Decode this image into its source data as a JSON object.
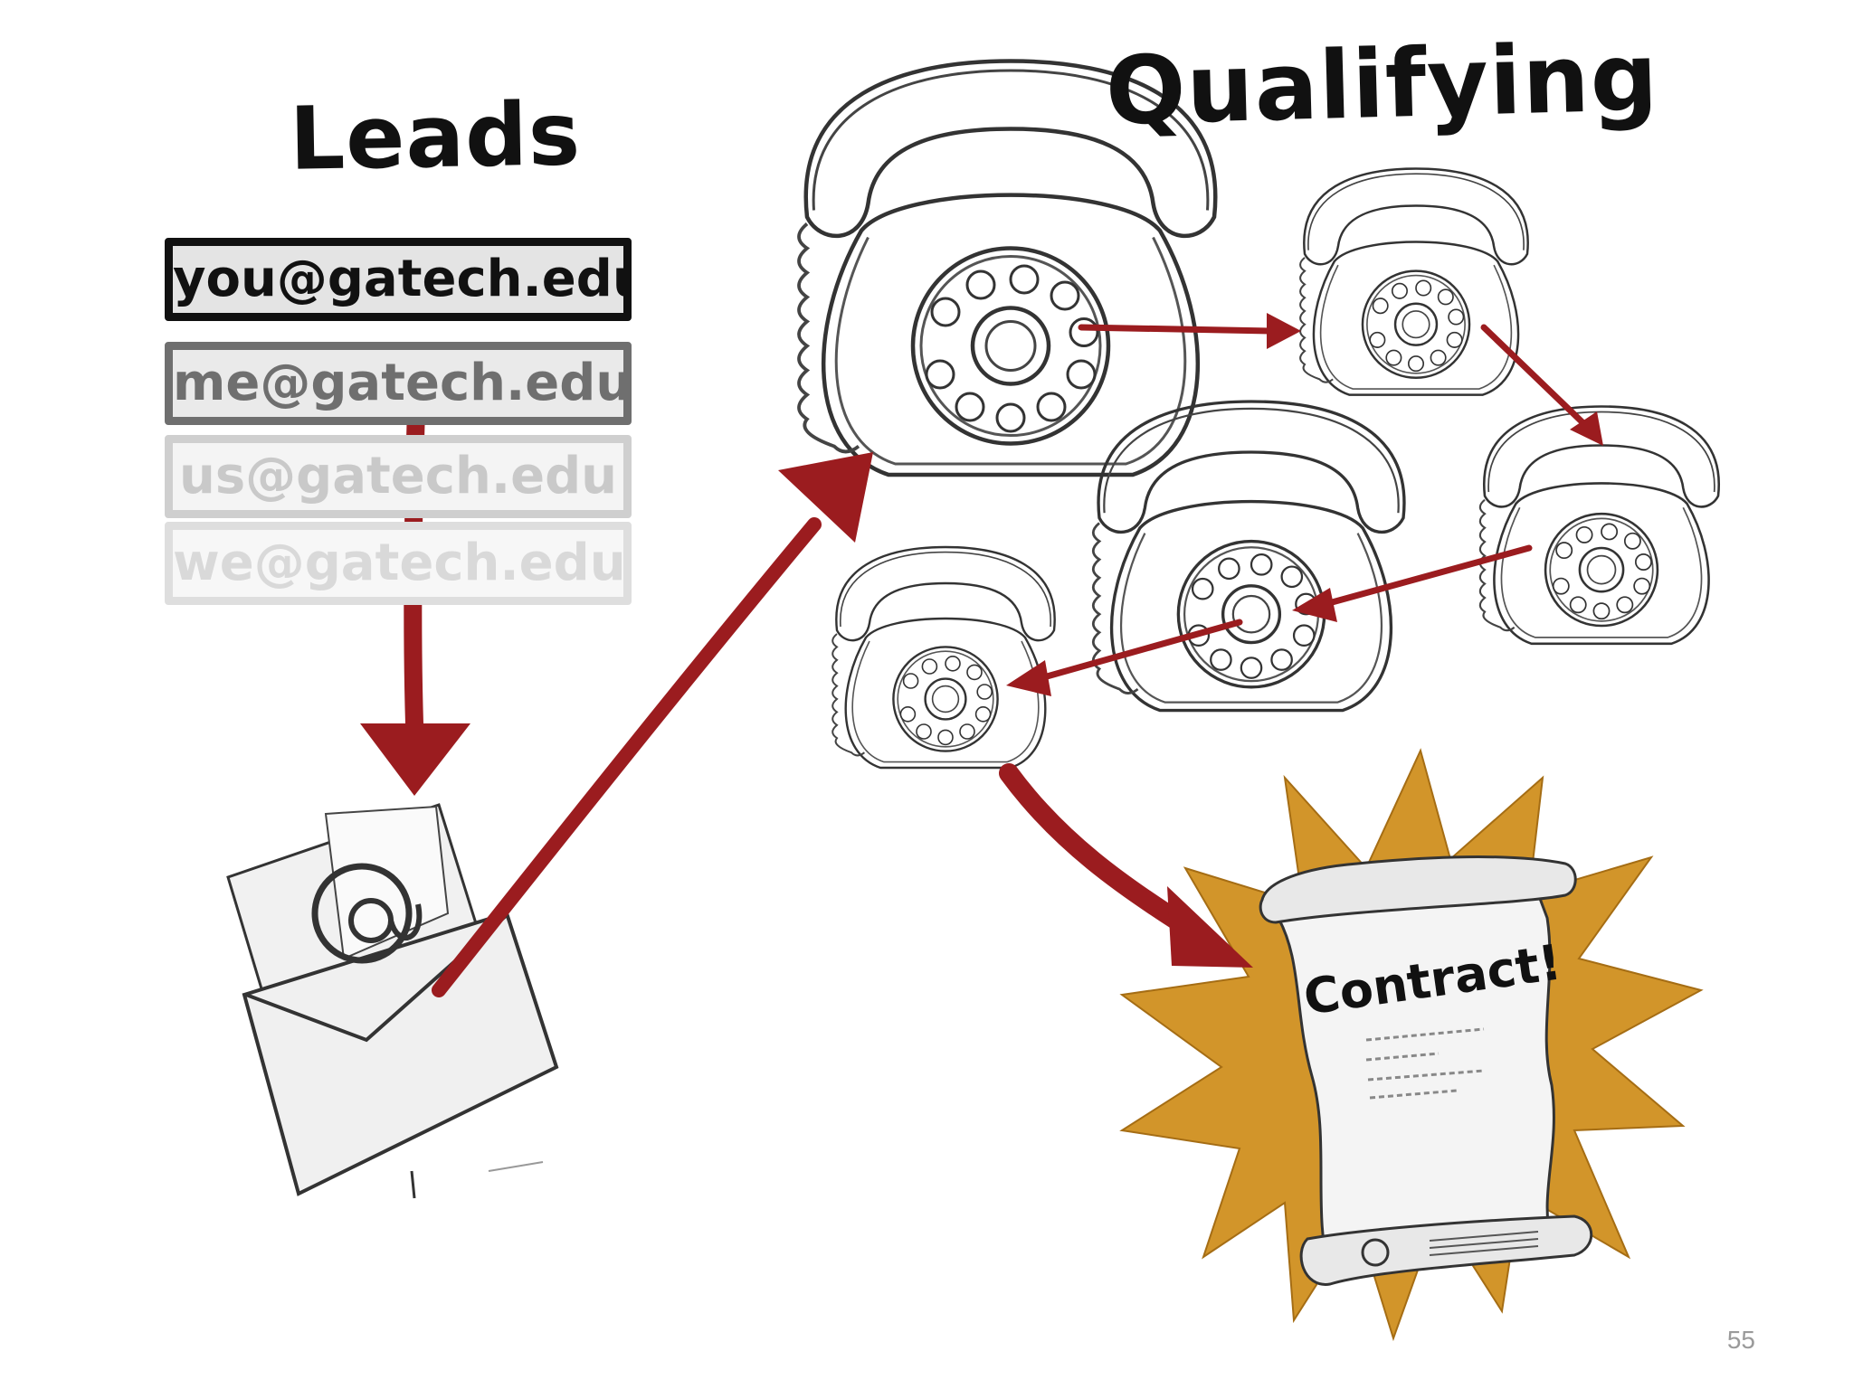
{
  "titles": {
    "leads": "Leads",
    "qualifying": "Qualifying"
  },
  "leads": [
    {
      "email": "you@gatech.edu"
    },
    {
      "email": "me@gatech.edu"
    },
    {
      "email": "us@gatech.edu"
    },
    {
      "email": "we@gatech.edu"
    }
  ],
  "contract": {
    "label": "Contract!"
  },
  "icons": [
    "email-envelope-icon",
    "rotary-phone-icon",
    "scroll-icon",
    "starburst-icon"
  ],
  "colors": {
    "arrow": "#9b1c1f",
    "starburst": "#d2952a",
    "sketch": "#333333"
  },
  "page_number": "55"
}
